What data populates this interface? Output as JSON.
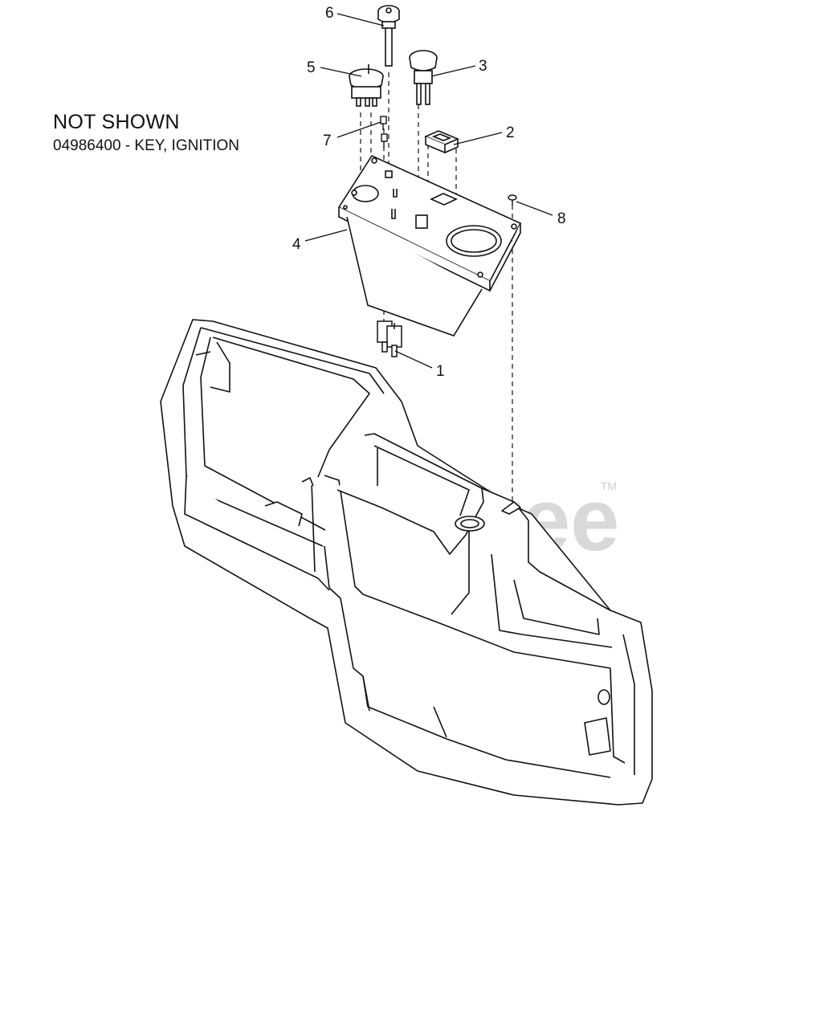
{
  "note": {
    "title": "NOT SHOWN",
    "line": "04986400 - KEY, IGNITION"
  },
  "callouts": [
    "1",
    "2",
    "3",
    "4",
    "5",
    "6",
    "7",
    "8"
  ],
  "watermark": {
    "text": "PartsTree",
    "tm": "TM"
  }
}
